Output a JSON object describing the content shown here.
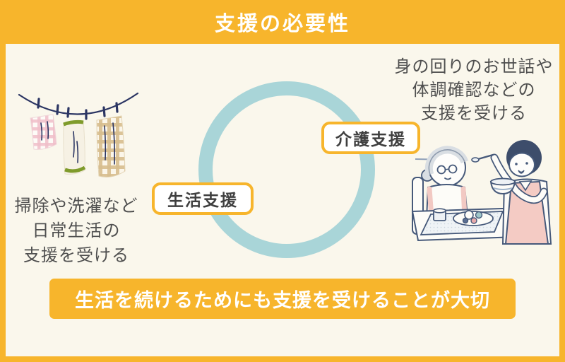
{
  "title": "支援の必要性",
  "diagram": {
    "ring_icon": "cycle-ring",
    "left_label": "生活支援",
    "right_label": "介護支援",
    "left_caption": [
      "掃除や洗濯など",
      "日常生活の",
      "支援を受ける"
    ],
    "right_caption": [
      "身の回りのお世話や",
      "体調確認などの",
      "支援を受ける"
    ],
    "left_illustration": "laundry-on-clothesline",
    "right_illustration": "caregiver-feeding-elderly-woman"
  },
  "footer": "生活を続けるためにも支援を受けることが大切",
  "colors": {
    "accent_orange": "#F7B52C",
    "background_cream": "#FAF7EC",
    "ring_teal": "#A9D5D8",
    "text_dark": "#4F4F4F",
    "banner_text": "#FFFFFF",
    "illustration_navy": "#2B3563",
    "illustration_outline": "#46597A",
    "apron_pink": "#F4CBC4",
    "cloth_pink": "#F0BFC9",
    "cloth_tan": "#D8BE8E",
    "cloth_olive": "#7F9B2B"
  }
}
